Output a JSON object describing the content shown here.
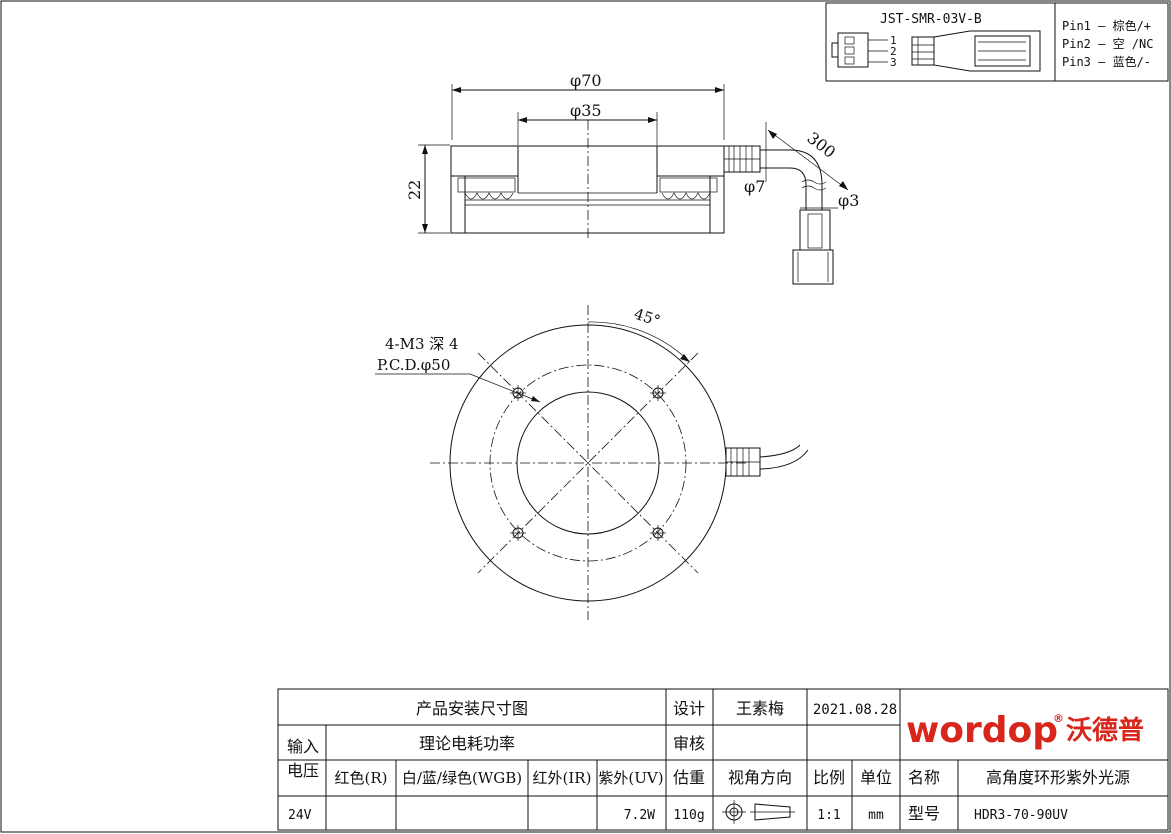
{
  "connector": {
    "title": "JST-SMR-03V-B",
    "pin_numbers": [
      "1",
      "2",
      "3"
    ],
    "pins": [
      "Pin1 — 棕色/+",
      "Pin2 — 空 /NC",
      "Pin3 — 蓝色/-"
    ]
  },
  "dimensions": {
    "outer_dia": "φ70",
    "inner_dia": "φ35",
    "height": "22",
    "cable_len": "300",
    "cable_dia": "φ7",
    "wire_dia": "φ3",
    "angle": "45°",
    "holes_spec": "4-M3 深 4",
    "pcd": "P.C.D.φ50"
  },
  "title_block": {
    "drawing_title": "产品安装尺寸图",
    "design_label": "设计",
    "designer": "王素梅",
    "date": "2021.08.28",
    "logo_text": "wordop",
    "logo_reg": "®",
    "logo_cn": "沃德普",
    "input_voltage_label": "输入电压",
    "power_label": "理论电耗功率",
    "review_label": "审核",
    "headers": {
      "red": "红色(R)",
      "wgb": "白/蓝/绿色(WGB)",
      "ir": "红外(IR)",
      "uv": "紫外(UV)",
      "weight": "估重",
      "view": "视角方向",
      "scale": "比例",
      "unit": "单位",
      "name": "名称"
    },
    "values": {
      "voltage": "24V",
      "red": "",
      "wgb": "",
      "ir": "",
      "uv": "7.2W",
      "weight": "110g",
      "scale": "1:1",
      "unit": "mm"
    },
    "product_name": "高角度环形紫外光源",
    "model_label": "型号",
    "model": "HDR3-70-90UV"
  },
  "colors": {
    "logo_red": "#d9261c",
    "line": "#111111"
  }
}
